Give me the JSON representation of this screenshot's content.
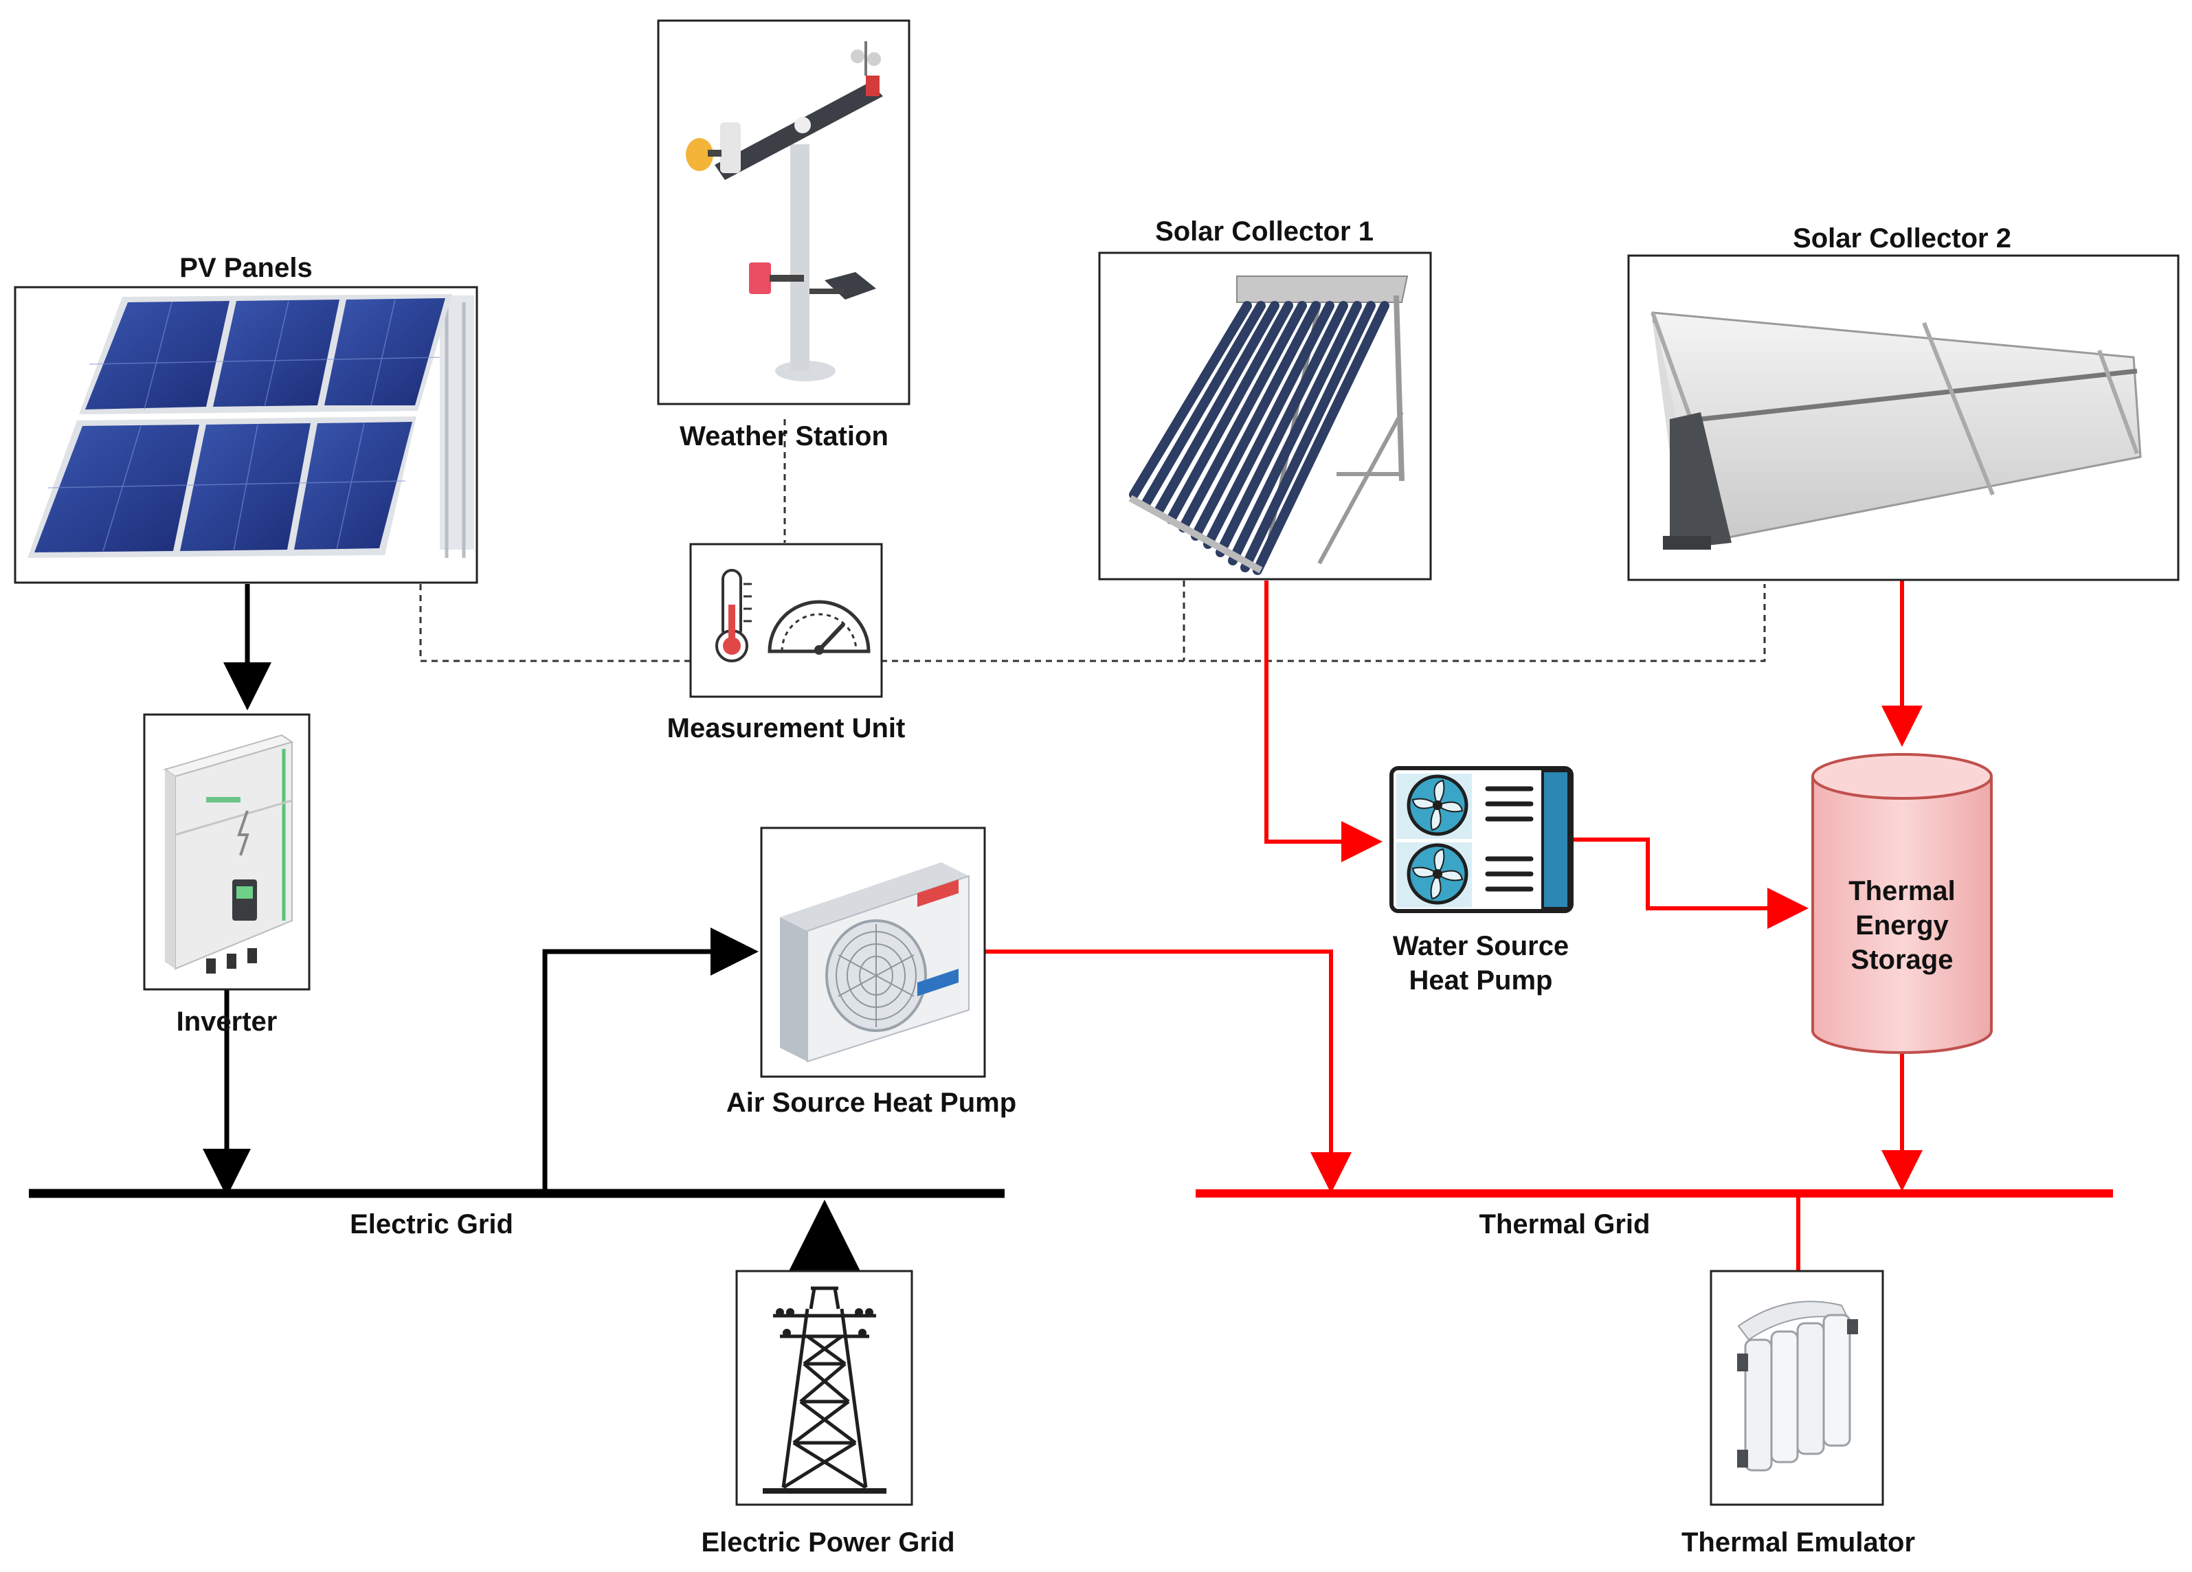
{
  "components": {
    "pv_panels": "PV Panels",
    "weather_station": "Weather Station",
    "solar_collector_1": "Solar Collector 1",
    "solar_collector_2": "Solar Collector 2",
    "measurement_unit": "Measurement Unit",
    "inverter": "Inverter",
    "air_source_heat_pump": "Air Source Heat Pump",
    "water_source_heat_pump_line1": "Water Source",
    "water_source_heat_pump_line2": "Heat Pump",
    "thermal_energy_storage_line1": "Thermal",
    "thermal_energy_storage_line2": "Energy",
    "thermal_energy_storage_line3": "Storage",
    "electric_grid": "Electric Grid",
    "thermal_grid": "Thermal Grid",
    "electric_power_grid": "Electric Power Grid",
    "thermal_emulator": "Thermal Emulator"
  },
  "colors": {
    "electric_flow": "#000000",
    "thermal_flow": "#ff0000",
    "data_link": "#333333",
    "storage_fill": "#f7caca",
    "storage_stroke": "#c0504d"
  },
  "icons": [
    "solar-panel-icon",
    "weather-station-icon",
    "evacuated-tube-collector-icon",
    "parabolic-trough-collector-icon",
    "thermometer-icon",
    "gauge-icon",
    "inverter-icon",
    "air-conditioner-unit-icon",
    "heat-pump-fans-icon",
    "transmission-tower-icon",
    "radiator-icon"
  ]
}
